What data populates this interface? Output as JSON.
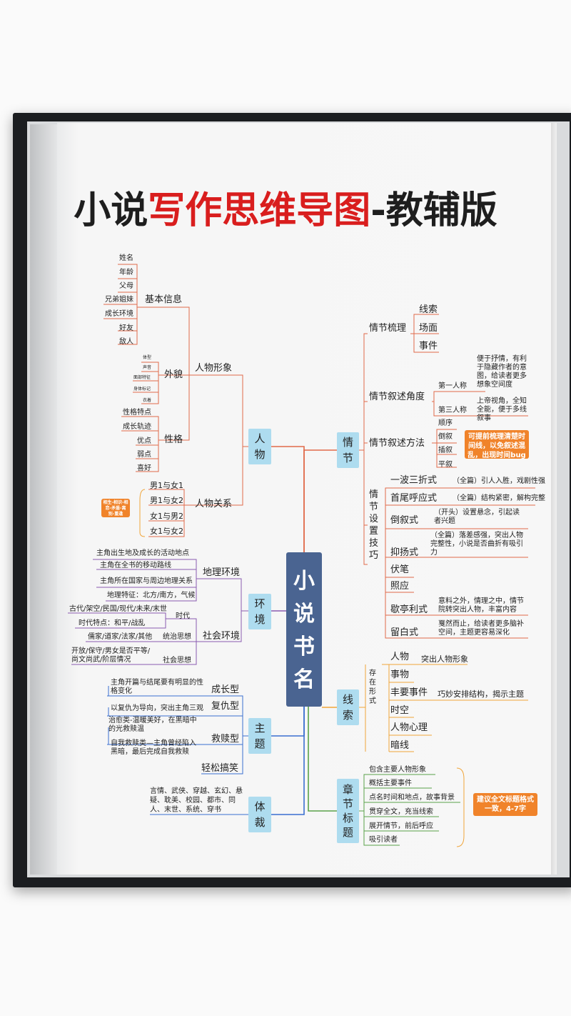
{
  "title": {
    "part1": "小说",
    "part2": "写作思维导图",
    "part3": "-教辅版"
  },
  "center": {
    "chars": [
      "小",
      "说",
      "书",
      "名"
    ]
  },
  "branches": {
    "renwu": "人\n物",
    "huanjing": "环\n境",
    "zhuti": "主\n题",
    "ticai": "体\n裁",
    "qingjie": "情\n节",
    "xiansuo": "线\n索",
    "zhangjie": "章\n节\n标\n题"
  },
  "renwu": {
    "jiben": "基本信息",
    "jiben_items": [
      "姓名",
      "年龄",
      "父母",
      "兄弟姐妹",
      "成长环境",
      "好友",
      "敌人"
    ],
    "xingxiang": "人物形象",
    "waimao": "外貌",
    "waimao_items": [
      "体型",
      "声音",
      "面部特征",
      "身体标记",
      "衣着"
    ],
    "xingge": "性格",
    "xingge_items": [
      "性格特点",
      "成长轨迹",
      "优点",
      "弱点",
      "喜好"
    ],
    "guanxi": "人物关系",
    "guanxi_items": [
      "男1与女1",
      "男1与女2",
      "女1与男2",
      "女1与女2"
    ],
    "guanxi_note": "相生-相识-相恋-矛盾-离别-重逢"
  },
  "huanjing": {
    "dili": "地理环境",
    "dili_items": [
      "主角出生地及成长的活动地点",
      "主角在全书的移动路线",
      "主角所在国家与周边地理关系",
      "地理特征：北方/南方，气候"
    ],
    "shehui": "社会环境",
    "shidai": "时代",
    "shidai_items": [
      "古代/架空/民国/现代/未来/末世",
      "时代特点：和平/战乱"
    ],
    "tongzhi": "统治思想",
    "tongzhi_item": "儒家/道家/法家/其他",
    "shehui_sx": "社会思想",
    "shehui_sx_item": "开放/保守/男女是否平等/尚文尚武/阶层情况"
  },
  "zhuti": {
    "chengzhang": "成长型",
    "chengzhang_desc": "主角开篇与结尾要有明显的性格变化",
    "fuchou": "复仇型",
    "fuchou_desc": "以复仇为导向，突出主角三观",
    "jiushu": "救赎型",
    "jiushu_desc1": "治愈类-温暖美好，在黑暗中的光救赎温",
    "jiushu_desc2": "自我救赎类—主角曾经陷入黑暗，最后完成自我救赎",
    "qingsong": "轻松搞笑"
  },
  "ticai": {
    "desc": "言情、武侠、穿越、玄幻、悬疑、耽美、校园、都市、同人、末世、系统、穿书"
  },
  "qingjie": {
    "shuli": "情节梳理",
    "shuli_items": [
      "线索",
      "场面",
      "事件"
    ],
    "jiaodu": "情节叙述角度",
    "diyi": "第一人称",
    "diyi_desc": "便于抒情，有利于隐藏作者的意图，给读者更多想象空间度",
    "disan": "第三人称",
    "disan_desc": "上帝视角，全知全能，便于多线叙事",
    "fangfa": "情节叙述方法",
    "fangfa_items": [
      "顺序",
      "倒叙",
      "插叙",
      "平叙"
    ],
    "fangfa_note": "可提前梳理清楚时间线，以免叙述混乱，出现时间bug",
    "jiqiao": "情节设置技巧",
    "jiqiao_items": [
      {
        "name": "一波三折式",
        "desc": "（全篇）引人入胜，戏剧性强"
      },
      {
        "name": "首尾呼应式",
        "desc": "（全篇）结构紧密，解构完整"
      },
      {
        "name": "倒叙式",
        "desc": "（开头）设置悬念，引起读者兴题"
      },
      {
        "name": "抑扬式",
        "desc": "（全篇）落差感强，突出人物完整性，小说是否曲折有吸引力"
      },
      {
        "name": "伏笔",
        "desc": ""
      },
      {
        "name": "照应",
        "desc": ""
      },
      {
        "name": "歇亭利式",
        "desc": "意料之外，情理之中，情节院转突出人物，丰富内容"
      },
      {
        "name": "留白式",
        "desc": "戛然而止，给读者更多脑补空间，主题更容易深化"
      }
    ]
  },
  "xiansuo": {
    "cunzai": "存在形式",
    "items": [
      "人物",
      "事物",
      "丰要事件",
      "时空",
      "人物心理",
      "暗线"
    ],
    "renwu_desc": "突出人物形象",
    "shijian_desc": "巧妙安排结构，揭示主题"
  },
  "zhangjie": {
    "items": [
      "包含主要人物形象",
      "概括主要事件",
      "点名时间和地点，故事背景",
      "贯穿全文，充当线索",
      "展开情节，前后呼应",
      "吸引读者"
    ],
    "note": "建议全文标题格式一致，4-7字"
  },
  "colors": {
    "red": "#e06a4a",
    "purple": "#8a5bb0",
    "blue": "#3a6fd0",
    "orange": "#f0a53a",
    "green": "#5aa24a",
    "box": "#aedcef",
    "center": "#4a6491",
    "note": "#f0832a"
  }
}
